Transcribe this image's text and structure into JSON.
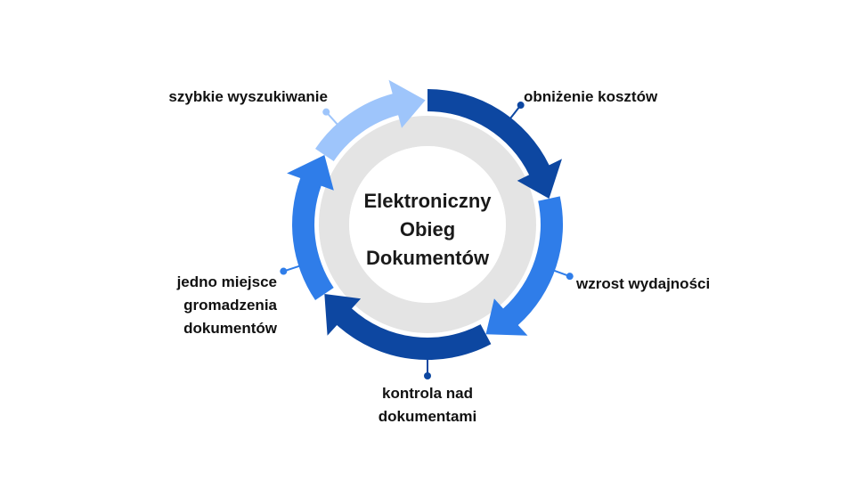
{
  "center": {
    "line1": "Elektroniczny",
    "line2": "Obieg",
    "line3": "Dokumentów"
  },
  "stages": [
    {
      "lines": [
        "obniżenie kosztów"
      ],
      "color": "#0d47a1"
    },
    {
      "lines": [
        "wzrost wydajności"
      ],
      "color": "#2f7de9"
    },
    {
      "lines": [
        "kontrola nad",
        "dokumentami"
      ],
      "color": "#0d47a1"
    },
    {
      "lines": [
        "jedno miejsce",
        "gromadzenia",
        "dokumentów"
      ],
      "color": "#2f7de9"
    },
    {
      "lines": [
        "szybkie wyszukiwanie"
      ],
      "color": "#9ec5fb"
    }
  ],
  "colors": {
    "inner_ring": "#e4e4e4",
    "dark_blue": "#0d47a1",
    "mid_blue": "#2f7de9",
    "light_blue": "#9ec5fb"
  }
}
